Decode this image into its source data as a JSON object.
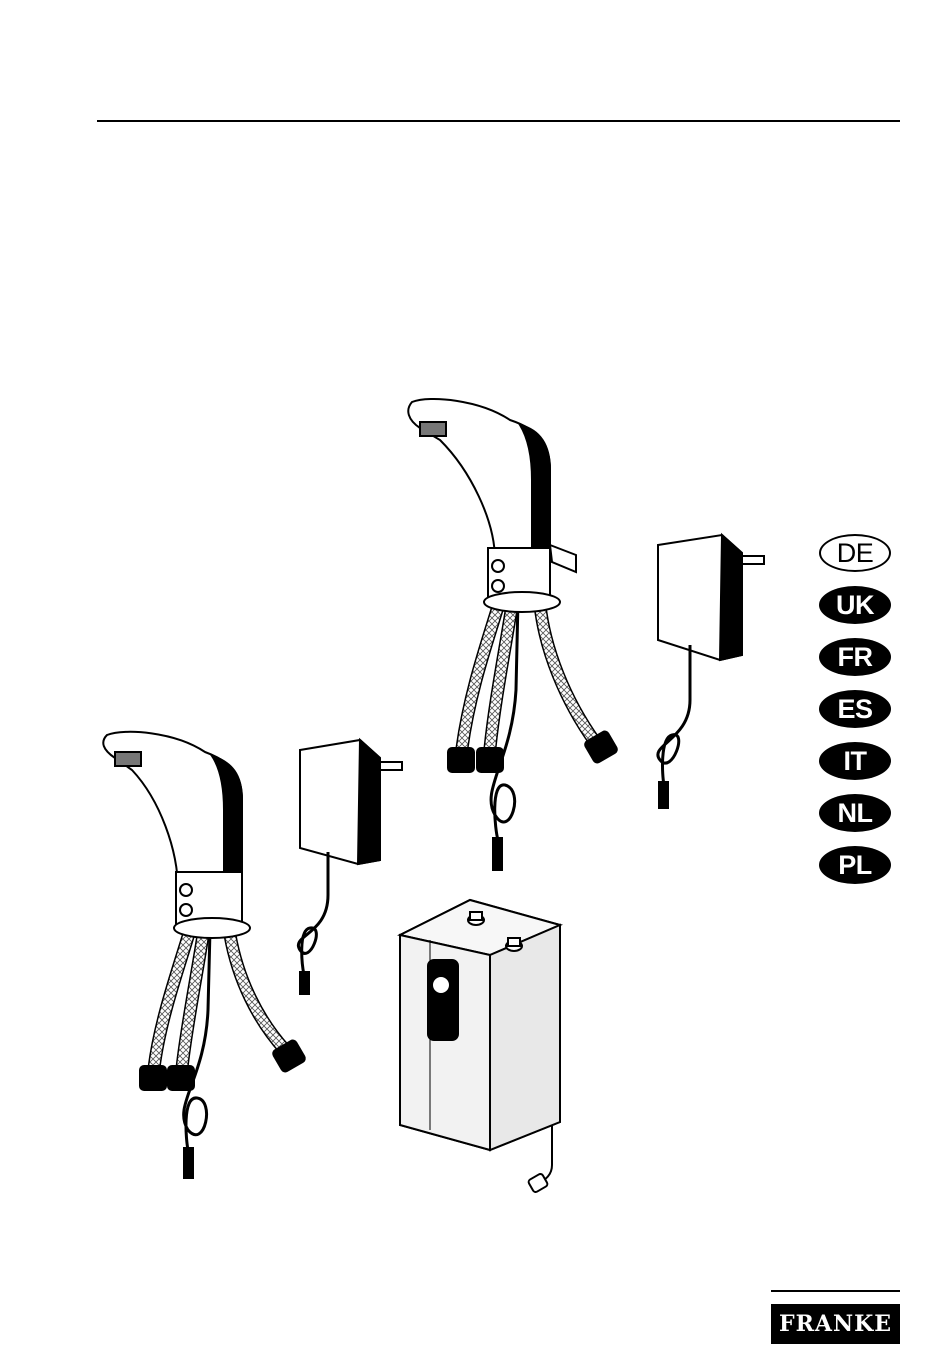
{
  "languages": [
    {
      "code": "DE",
      "style": "outline"
    },
    {
      "code": "UK",
      "style": "filled"
    },
    {
      "code": "FR",
      "style": "filled"
    },
    {
      "code": "ES",
      "style": "filled"
    },
    {
      "code": "IT",
      "style": "filled"
    },
    {
      "code": "NL",
      "style": "filled"
    },
    {
      "code": "PL",
      "style": "filled"
    }
  ],
  "brand": {
    "name": "FRANKE"
  },
  "colors": {
    "ink": "#000000",
    "paper": "#ffffff",
    "metal": "#f2f2f2"
  }
}
